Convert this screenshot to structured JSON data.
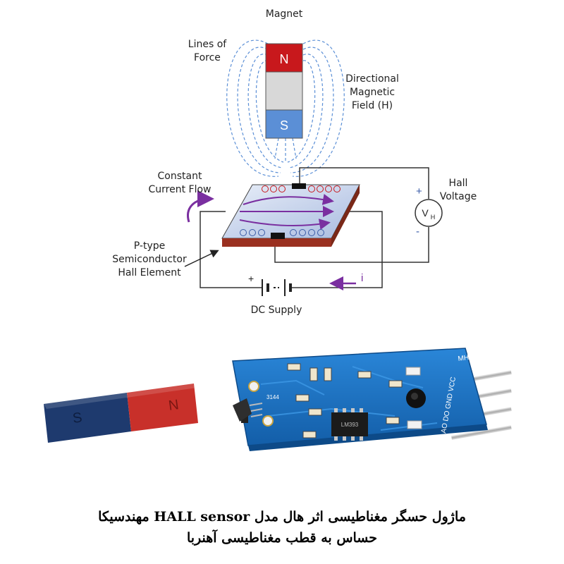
{
  "diagram": {
    "magnet_title": "Magnet",
    "pole_n": "N",
    "pole_s": "S",
    "lines_of_force": [
      "Lines of",
      "Force"
    ],
    "field_label": [
      "Directional",
      "Magnetic",
      "Field (H)"
    ],
    "constant_current": [
      "Constant",
      "Current Flow"
    ],
    "hall_voltage": [
      "Hall",
      "Voltage"
    ],
    "meter_v": "V",
    "meter_sub": "H",
    "plus": "+",
    "minus": "-",
    "semiconductor": [
      "P-type",
      "Semiconductor",
      "Hall Element"
    ],
    "dc_supply": "DC Supply",
    "current_symbol": "i",
    "charge_plus": "+",
    "charge_minus": "−"
  },
  "photo": {
    "bar_magnet_s": "S",
    "bar_magnet_n": "N",
    "board_pins": "AO DO GND VCC",
    "chip_text": "LM393",
    "board_mark": "MH",
    "sensor_label": "3144"
  },
  "colors": {
    "north": "#c8181c",
    "south": "#5b8fd6",
    "current": "#7a2fa0",
    "plate": "#9a3020",
    "board": "#1a6fc2"
  },
  "caption": {
    "line1": "ماژول حسگر مغناطیسی اثر هال مدل HALL sensor مهندسیکا",
    "line2": "حساس به قطب مغناطیسی آهنربا"
  }
}
